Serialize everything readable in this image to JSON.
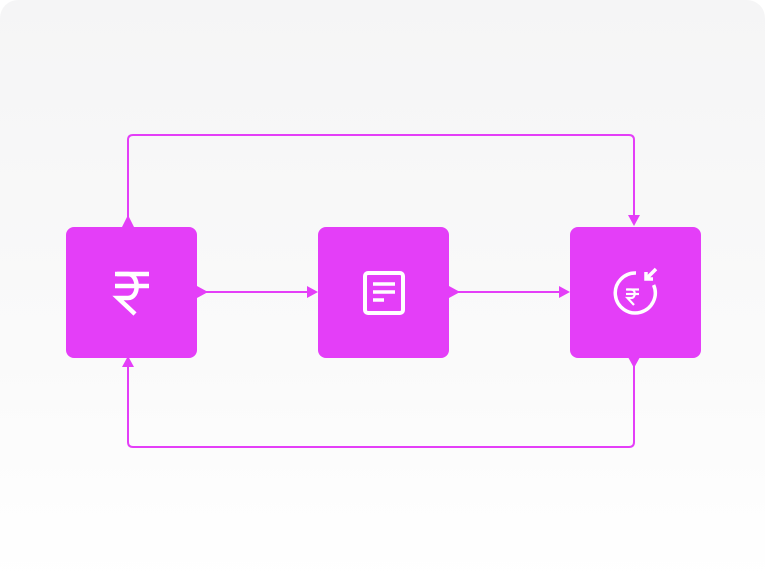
{
  "colors": {
    "accent": "#e43ef8",
    "icon": "#ffffff",
    "background": "#f6f6f7"
  },
  "nodes": [
    {
      "id": "payment",
      "icon": "rupee-icon"
    },
    {
      "id": "invoice",
      "icon": "document-lines-icon"
    },
    {
      "id": "refund",
      "icon": "rupee-refund-icon"
    }
  ],
  "connections": [
    {
      "from": "payment",
      "to": "invoice"
    },
    {
      "from": "invoice",
      "to": "refund"
    },
    {
      "from": "payment",
      "to": "refund",
      "route": "top"
    },
    {
      "from": "refund",
      "to": "payment",
      "route": "bottom"
    }
  ]
}
